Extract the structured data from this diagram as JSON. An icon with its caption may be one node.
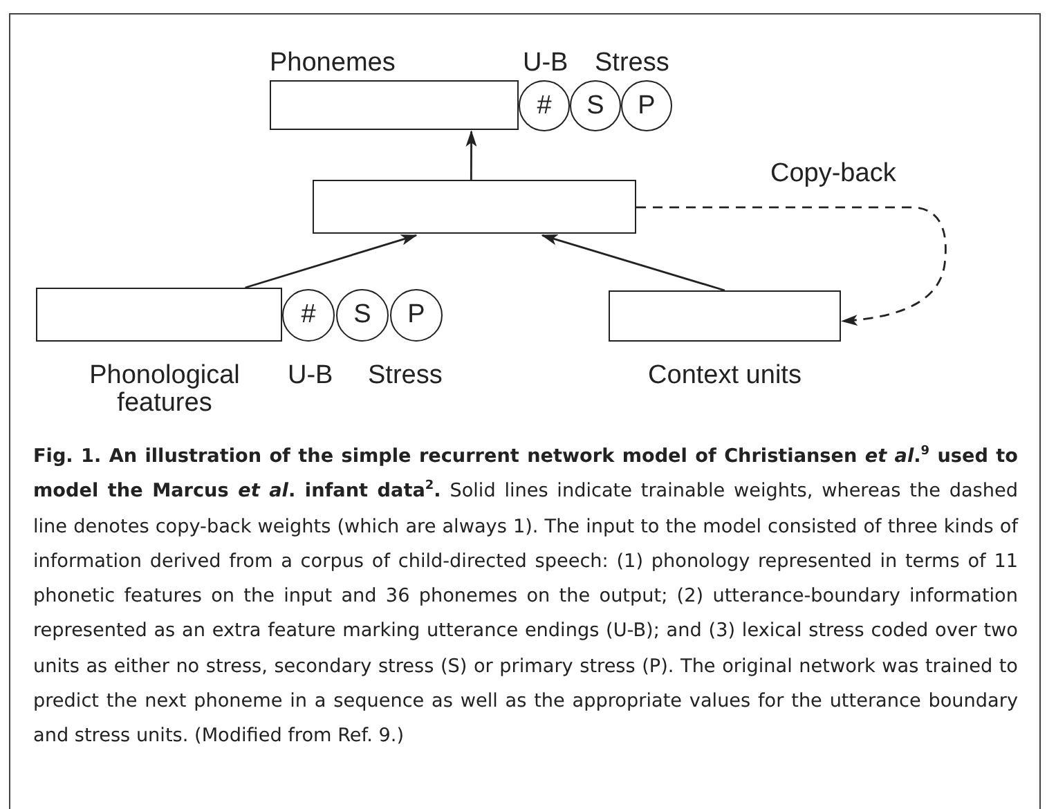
{
  "diagram": {
    "caption": "**Fig. 1. An illustration of the simple recurrent network model of Christiansen *et al*.$^{9}$ used to model the Marcus *et al*. infant data$^{2}$.** Solid lines indicate trainable weights, whereas the dashed line denotes copy-back weights (which are always 1). The input to the model consisted of three kinds of information derived from a corpus of child-directed speech: (1) phonology represented in terms of 11 phonetic features on the input and 36 phonemes on the output; (2) utterance-boundary information represented as an extra feature marking utterance endings (U-B); and (3) lexical stress coded over two units as either no stress, secondary stress (S) or primary stress (P). The original network was trained to predict the next phoneme in a sequence as well as the appropriate values for the utterance boundary and stress units. (Modified from Ref. 9.)",
    "nodes": [
      {
        "text": [
          "Phonemes"
        ]
      },
      {
        "text": [
          "#"
        ]
      },
      {
        "text": [
          "S"
        ]
      },
      {
        "text": [
          "P"
        ]
      },
      {
        "text": [],
        "shape": "box"
      },
      {
        "text": [
          "Phonological features"
        ]
      },
      {
        "text": [
          "#"
        ]
      },
      {
        "text": [
          "S"
        ]
      },
      {
        "text": [
          "P"
        ]
      },
      {
        "text": [
          "Context units"
        ]
      }
    ],
    "edges": [
      {
        "from": 4,
        "to": 0,
        "arrow": "to"
      },
      {
        "from": 5,
        "to": 4,
        "arrow": "to"
      },
      {
        "from": 9,
        "to": 4,
        "arrow": "to"
      },
      {
        "from": 4,
        "to": 9,
        "arrow": "to",
        "style": "dashed",
        "label": "Copy-back"
      }
    ],
    "labels": [
      "U-B",
      "Stress",
      "U-B",
      "Stress"
    ]
  }
}
